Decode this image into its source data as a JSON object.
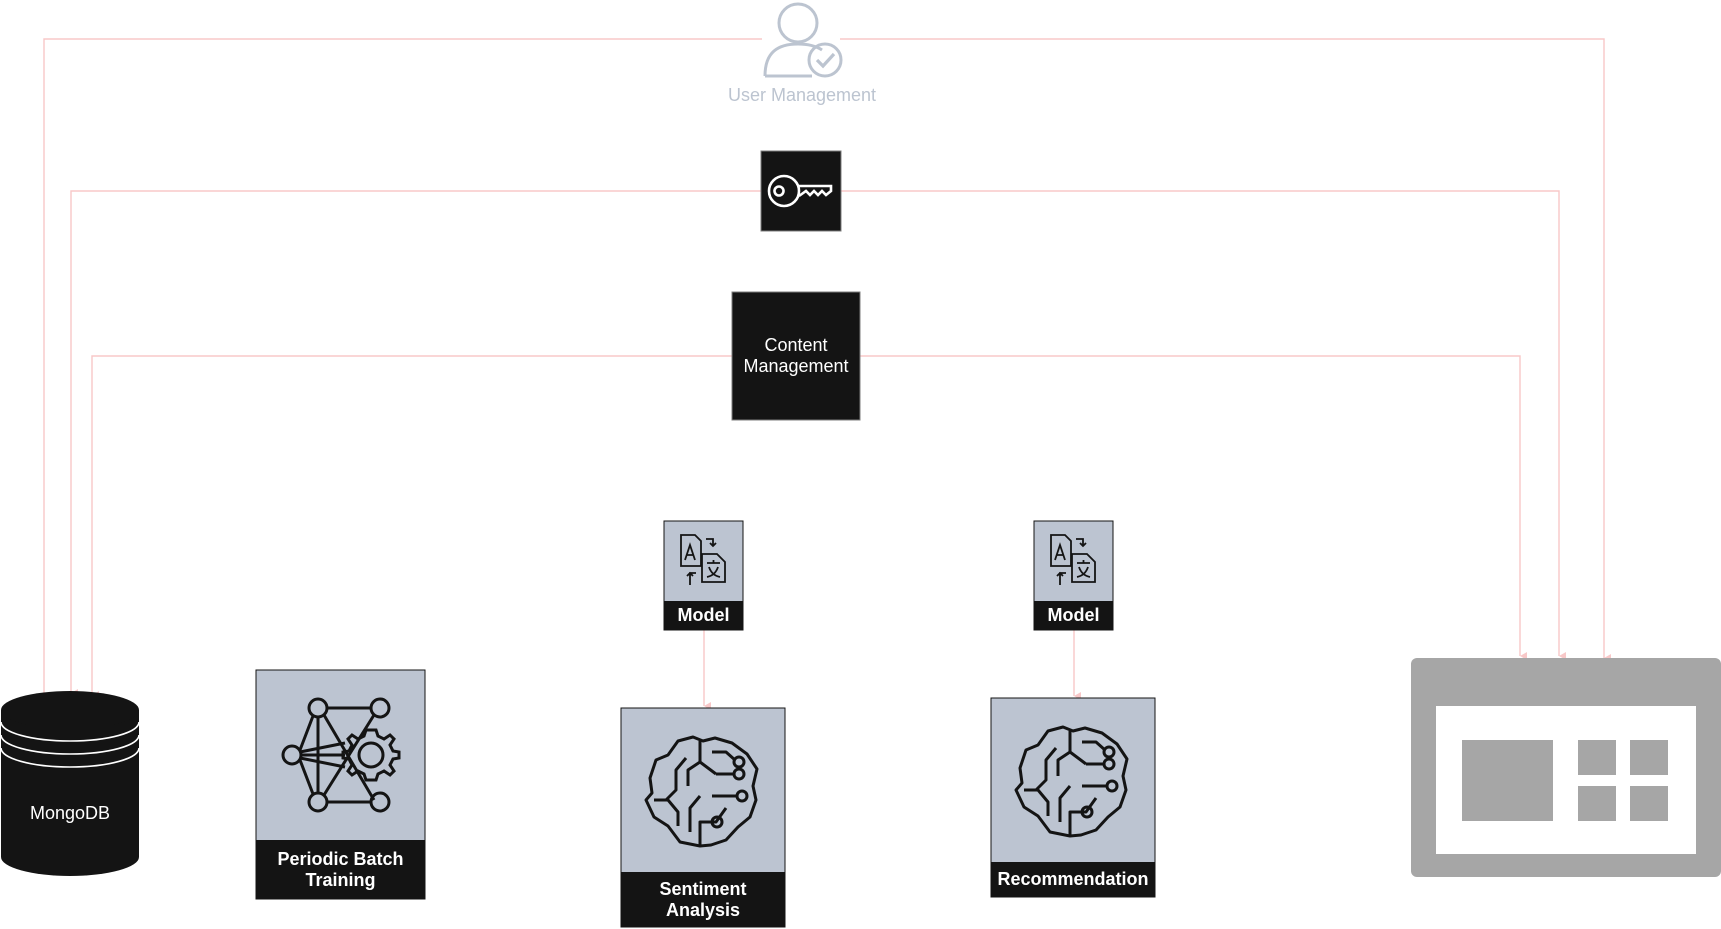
{
  "user_management": {
    "label": "User Management"
  },
  "content_management": {
    "label_line1": "Content",
    "label_line2": "Management"
  },
  "models": [
    {
      "label": "Model"
    },
    {
      "label": "Model"
    }
  ],
  "database": {
    "label": "MongoDB"
  },
  "components": {
    "batch_training": {
      "line1": "Periodic Batch",
      "line2": "Training"
    },
    "sentiment_analysis": {
      "line1": "Sentiment",
      "line2": "Analysis"
    },
    "recommendation": {
      "line1": "Recommendation"
    }
  },
  "icons": {
    "user": "user-check-icon",
    "key": "key-icon",
    "translate": "translate-icon",
    "network": "network-gear-icon",
    "brain": "brain-circuit-icon",
    "database": "database-icon",
    "web_app": "web-app-window-icon"
  },
  "colors": {
    "connector": "#f8c8c8",
    "dark": "#141414",
    "slate": "#bcc4d1",
    "faded": "#bcc4d0",
    "app_gray": "#a6a6a6"
  }
}
